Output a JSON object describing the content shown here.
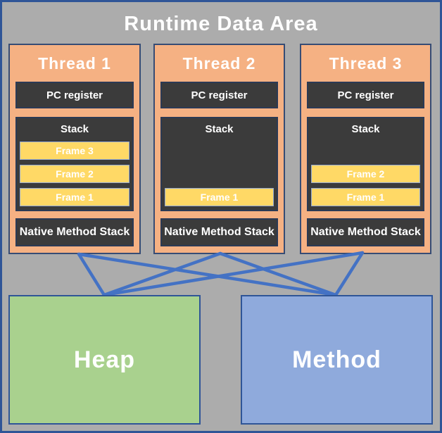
{
  "title": "Runtime Data Area",
  "colors": {
    "background": "#ACACAC",
    "outer_border": "#2F5597",
    "thread_fill": "#F5B183",
    "box_border": "#364C75",
    "dark_fill": "#3B3B3B",
    "dark_border": "#2B3A55",
    "frame_fill": "#FFD966",
    "frame_border": "#93A9D4",
    "heap_fill": "#A9D18E",
    "method_fill": "#8FAADC",
    "line": "#4472C4",
    "text": "#FFFFFF"
  },
  "threads": [
    {
      "title": "Thread 1",
      "pc_register": "PC register",
      "stack_label": "Stack",
      "frames": [
        "Frame 3",
        "Frame 2",
        "Frame 1"
      ],
      "native_method_stack": "Native Method Stack"
    },
    {
      "title": "Thread 2",
      "pc_register": "PC register",
      "stack_label": "Stack",
      "frames": [
        "Frame 1"
      ],
      "native_method_stack": "Native Method Stack"
    },
    {
      "title": "Thread 3",
      "pc_register": "PC register",
      "stack_label": "Stack",
      "frames": [
        "Frame 2",
        "Frame 1"
      ],
      "native_method_stack": "Native Method Stack"
    }
  ],
  "memory_areas": {
    "heap": "Heap",
    "method": "Method"
  },
  "connections": [
    {
      "from": "thread-1",
      "to": "heap"
    },
    {
      "from": "thread-1",
      "to": "method"
    },
    {
      "from": "thread-2",
      "to": "heap"
    },
    {
      "from": "thread-2",
      "to": "method"
    },
    {
      "from": "thread-3",
      "to": "heap"
    },
    {
      "from": "thread-3",
      "to": "method"
    }
  ]
}
